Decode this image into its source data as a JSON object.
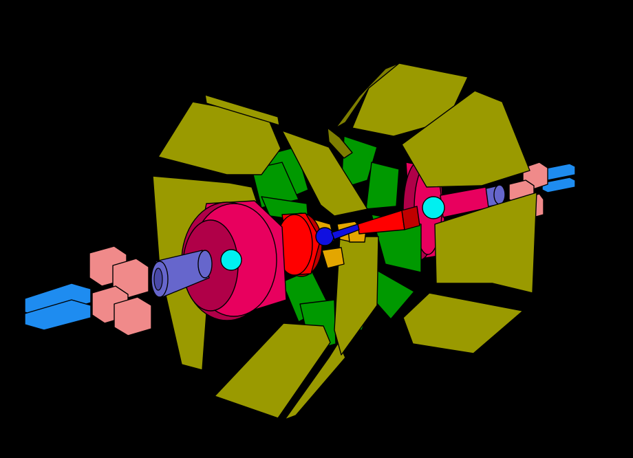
{
  "view": {
    "background": "#000000"
  },
  "palette": {
    "olive": "#9A9A00",
    "olive_dark": "#7E7E00",
    "green": "#009900",
    "green_dark": "#006F00",
    "magenta": "#E8005E",
    "magenta_dark": "#B00048",
    "red": "#FF0000",
    "red_dark": "#C00000",
    "orange": "#E3A600",
    "blue": "#1010E0",
    "cyan": "#00F0F0",
    "slate": "#6666CC",
    "salmon": "#F08A8A",
    "azure": "#1E8CF0",
    "outline": "#000000"
  },
  "components": [
    {
      "name": "outer-sector-panels",
      "color_key": "olive"
    },
    {
      "name": "inner-green-sectors",
      "color_key": "green"
    },
    {
      "name": "endcap-ring-left",
      "color_key": "magenta"
    },
    {
      "name": "endcap-ring-right",
      "color_key": "magenta"
    },
    {
      "name": "central-red-cylinder",
      "color_key": "red"
    },
    {
      "name": "inner-orange-fins",
      "color_key": "orange"
    },
    {
      "name": "core-blue-disk",
      "color_key": "blue"
    },
    {
      "name": "cyan-beampipe-caps",
      "color_key": "cyan"
    },
    {
      "name": "slate-beam-pipes",
      "color_key": "slate"
    },
    {
      "name": "salmon-blocks",
      "color_key": "salmon"
    },
    {
      "name": "azure-end-blocks",
      "color_key": "azure"
    }
  ]
}
